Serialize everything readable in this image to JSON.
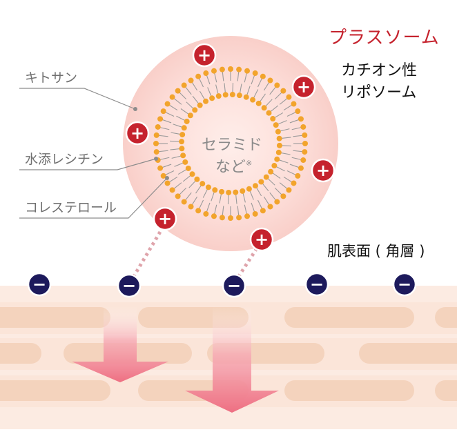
{
  "title": "プラスソーム",
  "subtitle_lines": [
    "カチオン性",
    "リポソーム"
  ],
  "labels": {
    "chitosan": "キトサン",
    "lecithin": "水添レシチン",
    "cholesterol": "コレステロール"
  },
  "core": {
    "line1": "セラミド",
    "line2": "など",
    "mark": "※"
  },
  "surface_label": "肌表面 ( 角層 )",
  "plus_sign": "+",
  "minus_sign": "−",
  "colors": {
    "title": "#c5222d",
    "charge_positive": "#c5222d",
    "charge_negative": "#1d1a5c",
    "liposome_fill": "#fbd9d5",
    "lipid_head": "#f2a42c",
    "skin_band": "#fbe3d6",
    "skin_cell": "#f4d3bd",
    "arrow": "#f07d8c"
  }
}
